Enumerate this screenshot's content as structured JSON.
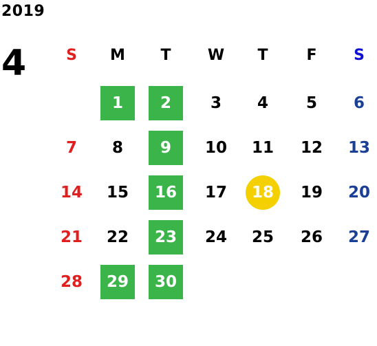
{
  "year": "2019",
  "month": "4",
  "colors": {
    "sunday": "#e02020",
    "saturday": "#1a3f96",
    "weekday": "#000000",
    "highlight_green": "#3bb54a",
    "today_yellow": "#f5d000"
  },
  "weekdays": [
    "S",
    "M",
    "T",
    "W",
    "T",
    "F",
    "S"
  ],
  "days": [
    {
      "day": "1",
      "col": 1,
      "row": 0,
      "style": "green"
    },
    {
      "day": "2",
      "col": 2,
      "row": 0,
      "style": "green"
    },
    {
      "day": "3",
      "col": 3,
      "row": 0,
      "style": "normal"
    },
    {
      "day": "4",
      "col": 4,
      "row": 0,
      "style": "normal"
    },
    {
      "day": "5",
      "col": 5,
      "row": 0,
      "style": "normal"
    },
    {
      "day": "6",
      "col": 6,
      "row": 0,
      "style": "normal"
    },
    {
      "day": "7",
      "col": 0,
      "row": 1,
      "style": "normal"
    },
    {
      "day": "8",
      "col": 1,
      "row": 1,
      "style": "normal"
    },
    {
      "day": "9",
      "col": 2,
      "row": 1,
      "style": "green"
    },
    {
      "day": "10",
      "col": 3,
      "row": 1,
      "style": "normal"
    },
    {
      "day": "11",
      "col": 4,
      "row": 1,
      "style": "normal"
    },
    {
      "day": "12",
      "col": 5,
      "row": 1,
      "style": "normal"
    },
    {
      "day": "13",
      "col": 6,
      "row": 1,
      "style": "normal"
    },
    {
      "day": "14",
      "col": 0,
      "row": 2,
      "style": "normal"
    },
    {
      "day": "15",
      "col": 1,
      "row": 2,
      "style": "normal"
    },
    {
      "day": "16",
      "col": 2,
      "row": 2,
      "style": "green"
    },
    {
      "day": "17",
      "col": 3,
      "row": 2,
      "style": "normal"
    },
    {
      "day": "18",
      "col": 4,
      "row": 2,
      "style": "today"
    },
    {
      "day": "19",
      "col": 5,
      "row": 2,
      "style": "normal"
    },
    {
      "day": "20",
      "col": 6,
      "row": 2,
      "style": "normal"
    },
    {
      "day": "21",
      "col": 0,
      "row": 3,
      "style": "normal"
    },
    {
      "day": "22",
      "col": 1,
      "row": 3,
      "style": "normal"
    },
    {
      "day": "23",
      "col": 2,
      "row": 3,
      "style": "green"
    },
    {
      "day": "24",
      "col": 3,
      "row": 3,
      "style": "normal"
    },
    {
      "day": "25",
      "col": 4,
      "row": 3,
      "style": "normal"
    },
    {
      "day": "26",
      "col": 5,
      "row": 3,
      "style": "normal"
    },
    {
      "day": "27",
      "col": 6,
      "row": 3,
      "style": "normal"
    },
    {
      "day": "28",
      "col": 0,
      "row": 4,
      "style": "normal"
    },
    {
      "day": "29",
      "col": 1,
      "row": 4,
      "style": "green"
    },
    {
      "day": "30",
      "col": 2,
      "row": 4,
      "style": "green"
    }
  ]
}
